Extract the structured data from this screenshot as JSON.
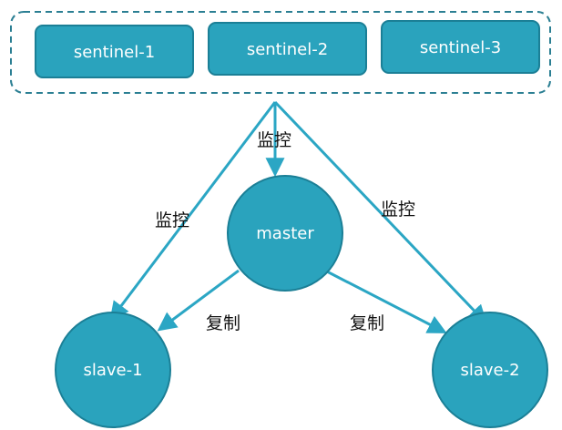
{
  "colors": {
    "node_fill": "#2aa3bd",
    "node_stroke": "#1b7f96",
    "edge": "#2ba6c4",
    "group_border": "#2b7f93",
    "label_text": "#111111"
  },
  "sentinels": {
    "s1": "sentinel-1",
    "s2": "sentinel-2",
    "s3": "sentinel-3"
  },
  "nodes": {
    "master": "master",
    "slave1": "slave-1",
    "slave2": "slave-2"
  },
  "edges": {
    "monitor_master": "监控",
    "monitor_slave1": "监控",
    "monitor_slave2": "监控",
    "replicate_slave1": "复制",
    "replicate_slave2": "复制"
  }
}
